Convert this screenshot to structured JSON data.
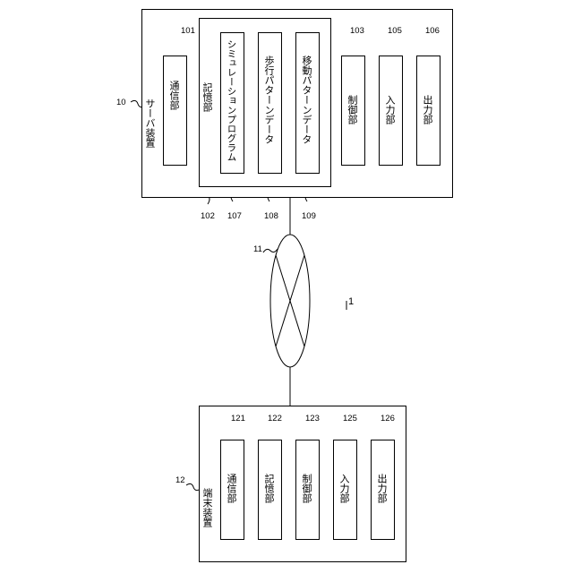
{
  "system_ref": "1",
  "network_ref": "11",
  "server": {
    "ref": "10",
    "title": "サーバ装置",
    "comm": {
      "label": "通信部",
      "ref": "101"
    },
    "storage": {
      "label": "記憶部",
      "ref": "102",
      "items": [
        {
          "label": "シミュレーションプログラム",
          "ref": "107"
        },
        {
          "label": "歩行パターンデータ",
          "ref": "108"
        },
        {
          "label": "移動パターンデータ",
          "ref": "109"
        }
      ]
    },
    "units": [
      {
        "label": "制御部",
        "ref": "103"
      },
      {
        "label": "入力部",
        "ref": "105"
      },
      {
        "label": "出力部",
        "ref": "106"
      }
    ]
  },
  "terminal": {
    "ref": "12",
    "title": "端末装置",
    "units": [
      {
        "label": "通信部",
        "ref": "121"
      },
      {
        "label": "記憶部",
        "ref": "122"
      },
      {
        "label": "制御部",
        "ref": "123"
      },
      {
        "label": "入力部",
        "ref": "125"
      },
      {
        "label": "出力部",
        "ref": "126"
      }
    ]
  }
}
